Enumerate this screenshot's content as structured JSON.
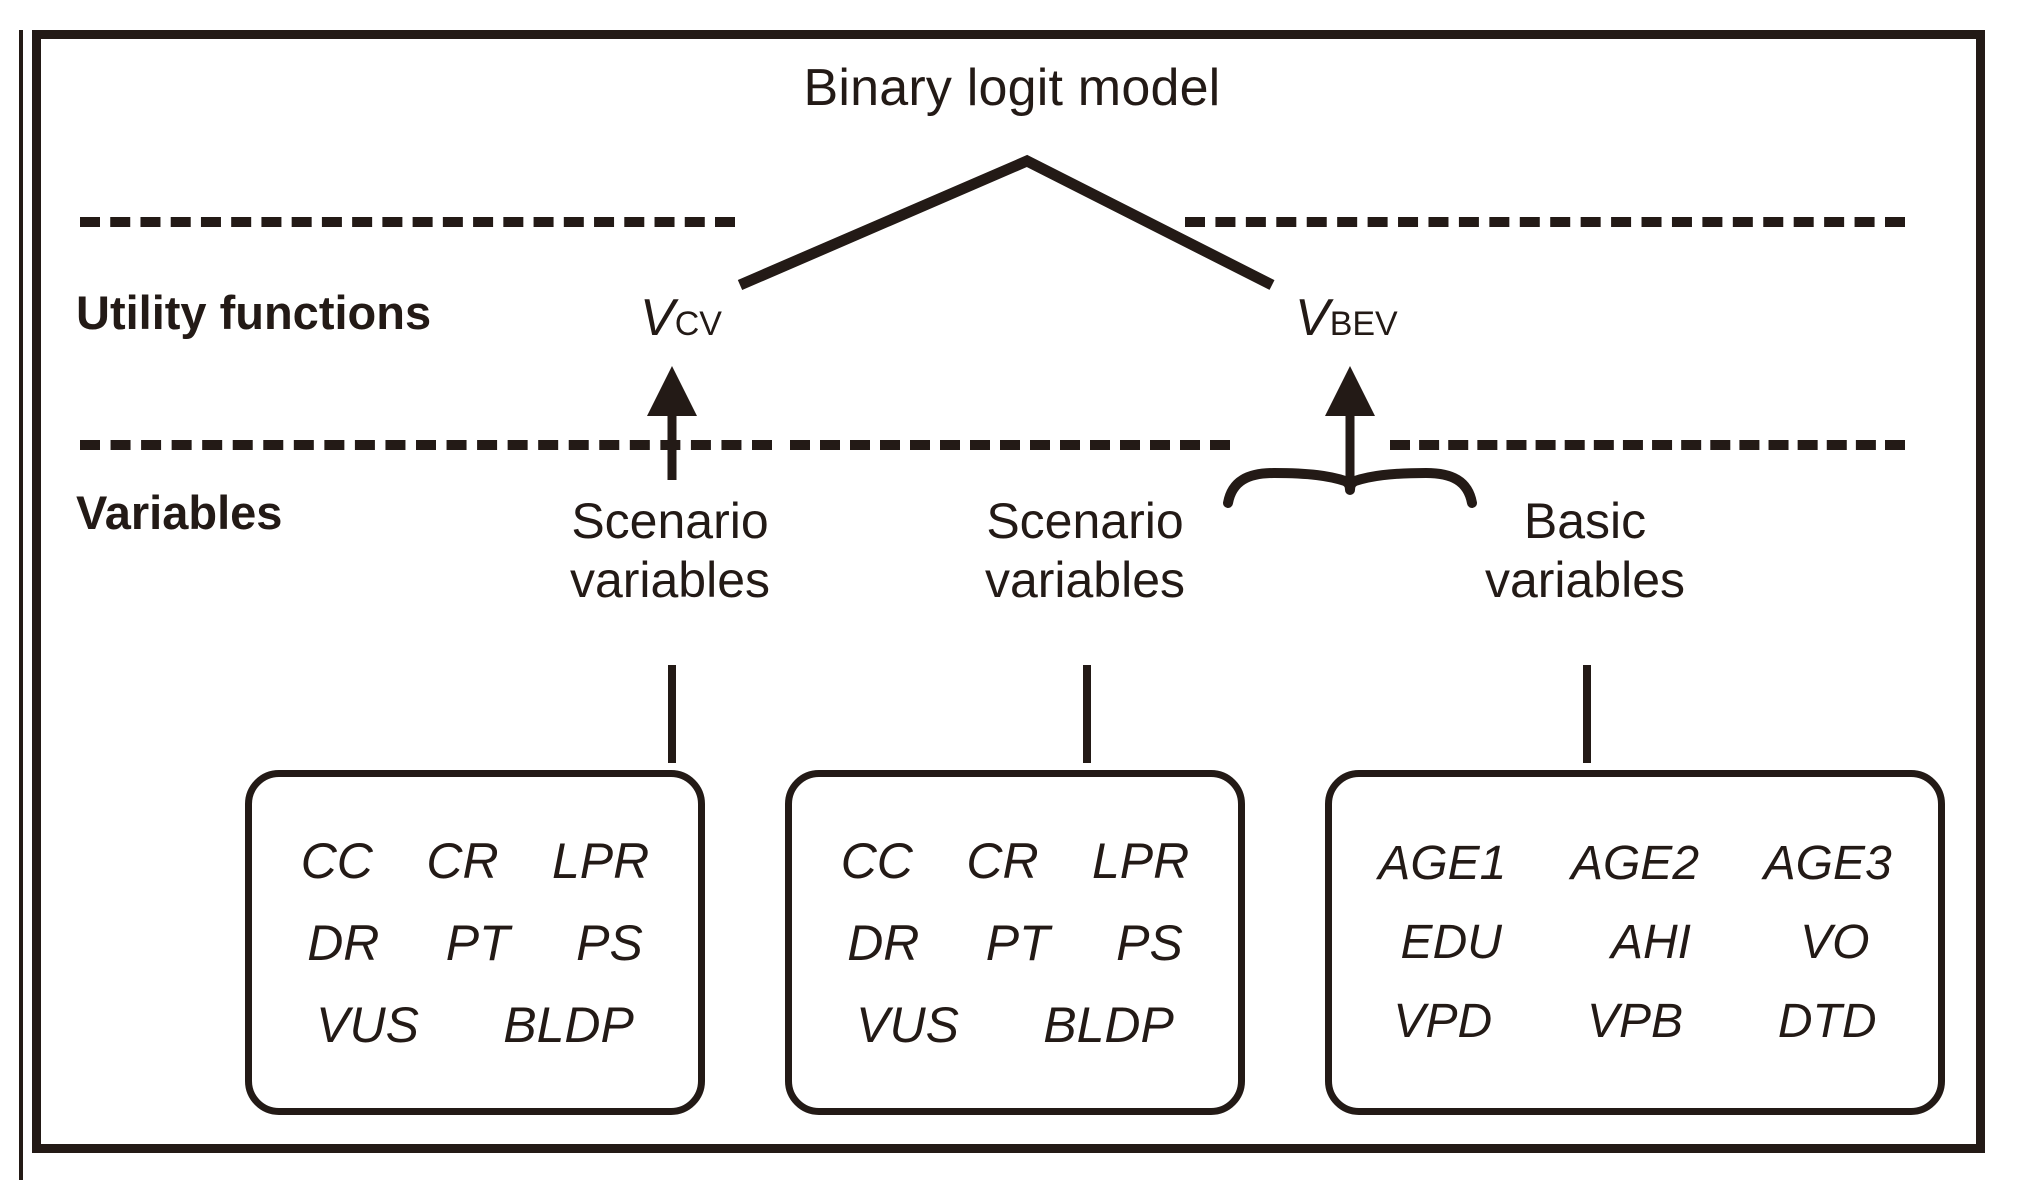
{
  "diagram": {
    "title": "Binary logit model",
    "rows": [
      {
        "label": "Utility functions"
      },
      {
        "label": "Variables"
      }
    ],
    "utility_functions": [
      {
        "symbol": "V",
        "subscript": "CV",
        "name": "V-CV"
      },
      {
        "symbol": "V",
        "subscript": "BEV",
        "name": "V-BEV"
      }
    ],
    "variable_groups": [
      {
        "heading_line1": "Scenario",
        "heading_line2": "variables",
        "rows": [
          [
            "CC",
            "CR",
            "LPR"
          ],
          [
            "DR",
            "PT",
            "PS"
          ],
          [
            "VUS",
            "BLDP"
          ]
        ]
      },
      {
        "heading_line1": "Scenario",
        "heading_line2": "variables",
        "rows": [
          [
            "CC",
            "CR",
            "LPR"
          ],
          [
            "DR",
            "PT",
            "PS"
          ],
          [
            "VUS",
            "BLDP"
          ]
        ]
      },
      {
        "heading_line1": "Basic",
        "heading_line2": "variables",
        "rows": [
          [
            "AGE1",
            "AGE2",
            "AGE3"
          ],
          [
            "EDU",
            "AHI",
            "VO"
          ],
          [
            "VPD",
            "VPB",
            "DTD"
          ]
        ]
      }
    ],
    "colors": {
      "ink": "#231a16",
      "background": "#ffffff"
    }
  }
}
